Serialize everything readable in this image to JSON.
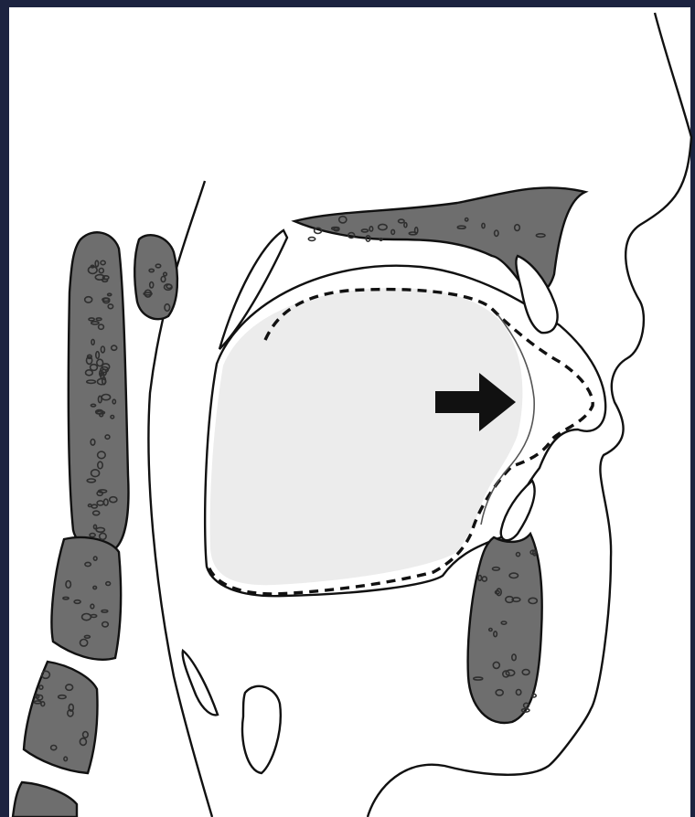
{
  "figure": {
    "frame_color": "#1c2340",
    "paper_color": "#ffffff",
    "bone_color": "#6e6e6e",
    "bone_pore_color": "#3a3a3a",
    "cavity_fill_color": "#ececec",
    "line_color": "#111111",
    "arrow_color": "#111111",
    "arrow_direction": "right",
    "icons": [
      "spine-vertebra",
      "maxilla-bone",
      "mandible-bone",
      "incisor-tooth",
      "arrow-right-icon"
    ]
  }
}
